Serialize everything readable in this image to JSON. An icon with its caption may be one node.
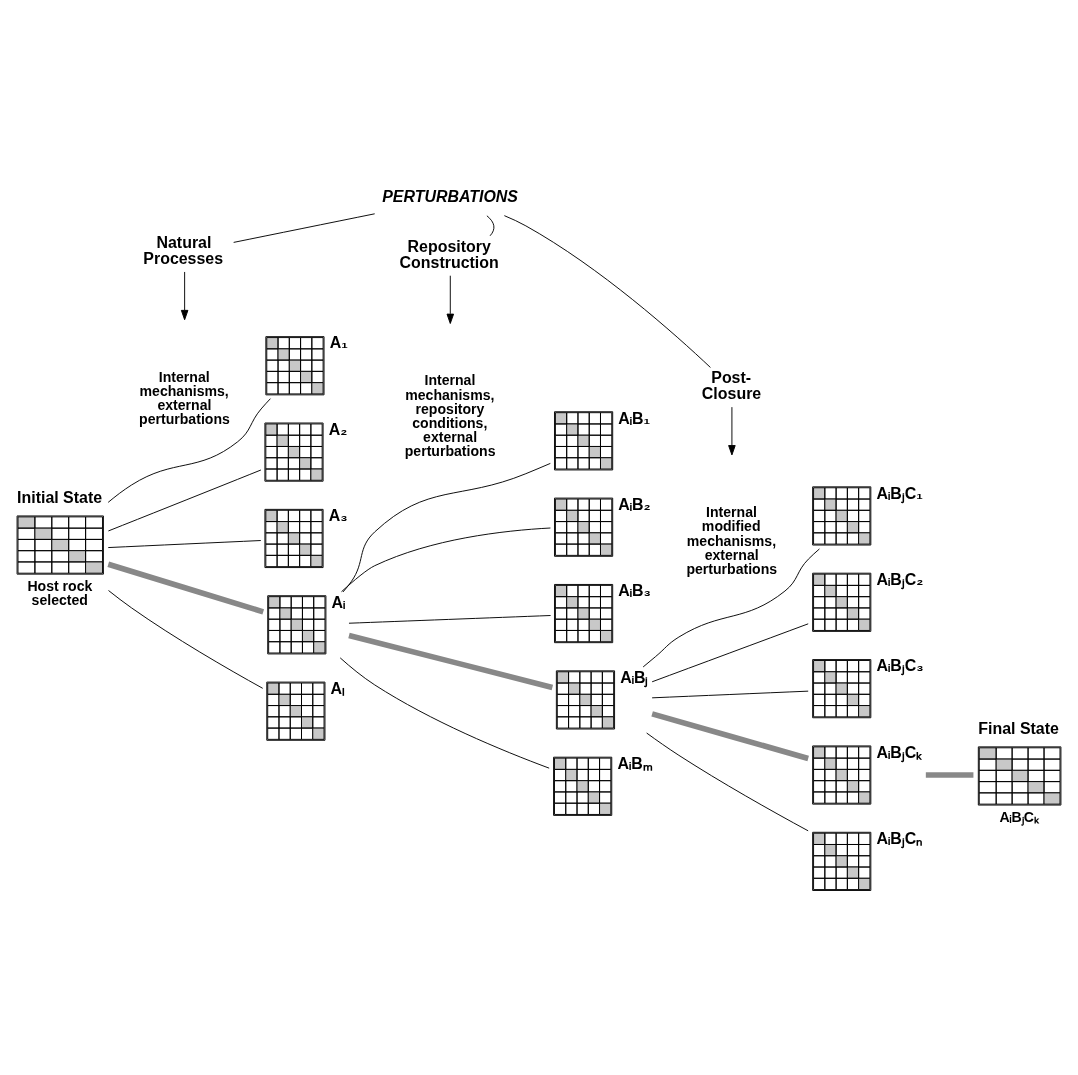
{
  "diagram": {
    "nodes": [
      {
        "text": [
          "PERTURBATIONS"
        ]
      },
      {
        "text": [
          "Natural Processes"
        ]
      },
      {
        "text": [
          "Repository Construction"
        ]
      },
      {
        "text": [
          "Post- Closure"
        ]
      },
      {
        "text": [],
        "shape": "picture",
        "beside": [
          "Initial State",
          "Host rock selected"
        ]
      },
      {
        "text": [],
        "shape": "picture",
        "beside": [
          "A₁"
        ]
      },
      {
        "text": [],
        "shape": "picture",
        "beside": [
          "A₂"
        ]
      },
      {
        "text": [],
        "shape": "picture",
        "beside": [
          "A₃"
        ]
      },
      {
        "text": [],
        "shape": "picture",
        "beside": [
          "Aᵢ"
        ]
      },
      {
        "text": [],
        "shape": "picture",
        "beside": [
          "Aₗ"
        ]
      },
      {
        "text": [],
        "shape": "picture",
        "beside": [
          "AᵢB₁"
        ]
      },
      {
        "text": [],
        "shape": "picture",
        "beside": [
          "AᵢB₂"
        ]
      },
      {
        "text": [],
        "shape": "picture",
        "beside": [
          "AᵢB₃"
        ]
      },
      {
        "text": [],
        "shape": "picture",
        "beside": [
          "AᵢBⱼ"
        ]
      },
      {
        "text": [],
        "shape": "picture",
        "beside": [
          "AᵢBₘ"
        ]
      },
      {
        "text": [],
        "shape": "picture",
        "beside": [
          "AᵢBⱼC₁"
        ]
      },
      {
        "text": [],
        "shape": "picture",
        "beside": [
          "AᵢBⱼC₂"
        ]
      },
      {
        "text": [],
        "shape": "picture",
        "beside": [
          "AᵢBⱼC₃"
        ]
      },
      {
        "text": [],
        "shape": "picture",
        "beside": [
          "AᵢBⱼCₖ"
        ]
      },
      {
        "text": [],
        "shape": "picture",
        "beside": [
          "AᵢBⱼCₙ"
        ]
      },
      {
        "text": [],
        "shape": "picture",
        "beside": [
          "Final State",
          "AᵢBⱼCₖ"
        ]
      }
    ],
    "edges": [
      {
        "from": 0,
        "to": 1,
        "arrow": "none"
      },
      {
        "from": 0,
        "to": 2,
        "arrow": "none"
      },
      {
        "from": 0,
        "to": 3,
        "arrow": "none"
      },
      {
        "from": 1,
        "to": null,
        "arrow": "to"
      },
      {
        "from": 2,
        "to": null,
        "arrow": "to"
      },
      {
        "from": 3,
        "to": null,
        "arrow": "to"
      },
      {
        "from": 4,
        "to": 5,
        "arrow": "none"
      },
      {
        "from": 4,
        "to": 6,
        "arrow": "none"
      },
      {
        "from": 4,
        "to": 7,
        "arrow": "none"
      },
      {
        "from": 4,
        "to": 8,
        "arrow": "none",
        "style": "thick",
        "color": "#888888"
      },
      {
        "from": 4,
        "to": 9,
        "arrow": "none"
      },
      {
        "from": 8,
        "to": 10,
        "arrow": "none"
      },
      {
        "from": 8,
        "to": 11,
        "arrow": "none"
      },
      {
        "from": 8,
        "to": 12,
        "arrow": "none"
      },
      {
        "from": 8,
        "to": 13,
        "arrow": "none",
        "style": "thick",
        "color": "#888888"
      },
      {
        "from": 8,
        "to": 14,
        "arrow": "none"
      },
      {
        "from": 13,
        "to": 15,
        "arrow": "none"
      },
      {
        "from": 13,
        "to": 16,
        "arrow": "none"
      },
      {
        "from": 13,
        "to": 17,
        "arrow": "none"
      },
      {
        "from": 13,
        "to": 18,
        "arrow": "none",
        "style": "thick",
        "color": "#888888"
      },
      {
        "from": 13,
        "to": 19,
        "arrow": "none"
      },
      {
        "from": 18,
        "to": 20,
        "arrow": "none",
        "style": "thick",
        "color": "#888888"
      }
    ],
    "labels": [
      "Internal mechanisms, external perturbations",
      "Internal mechanisms, repository conditions, external perturbations",
      "Internal modified mechanisms, external perturbations"
    ]
  }
}
